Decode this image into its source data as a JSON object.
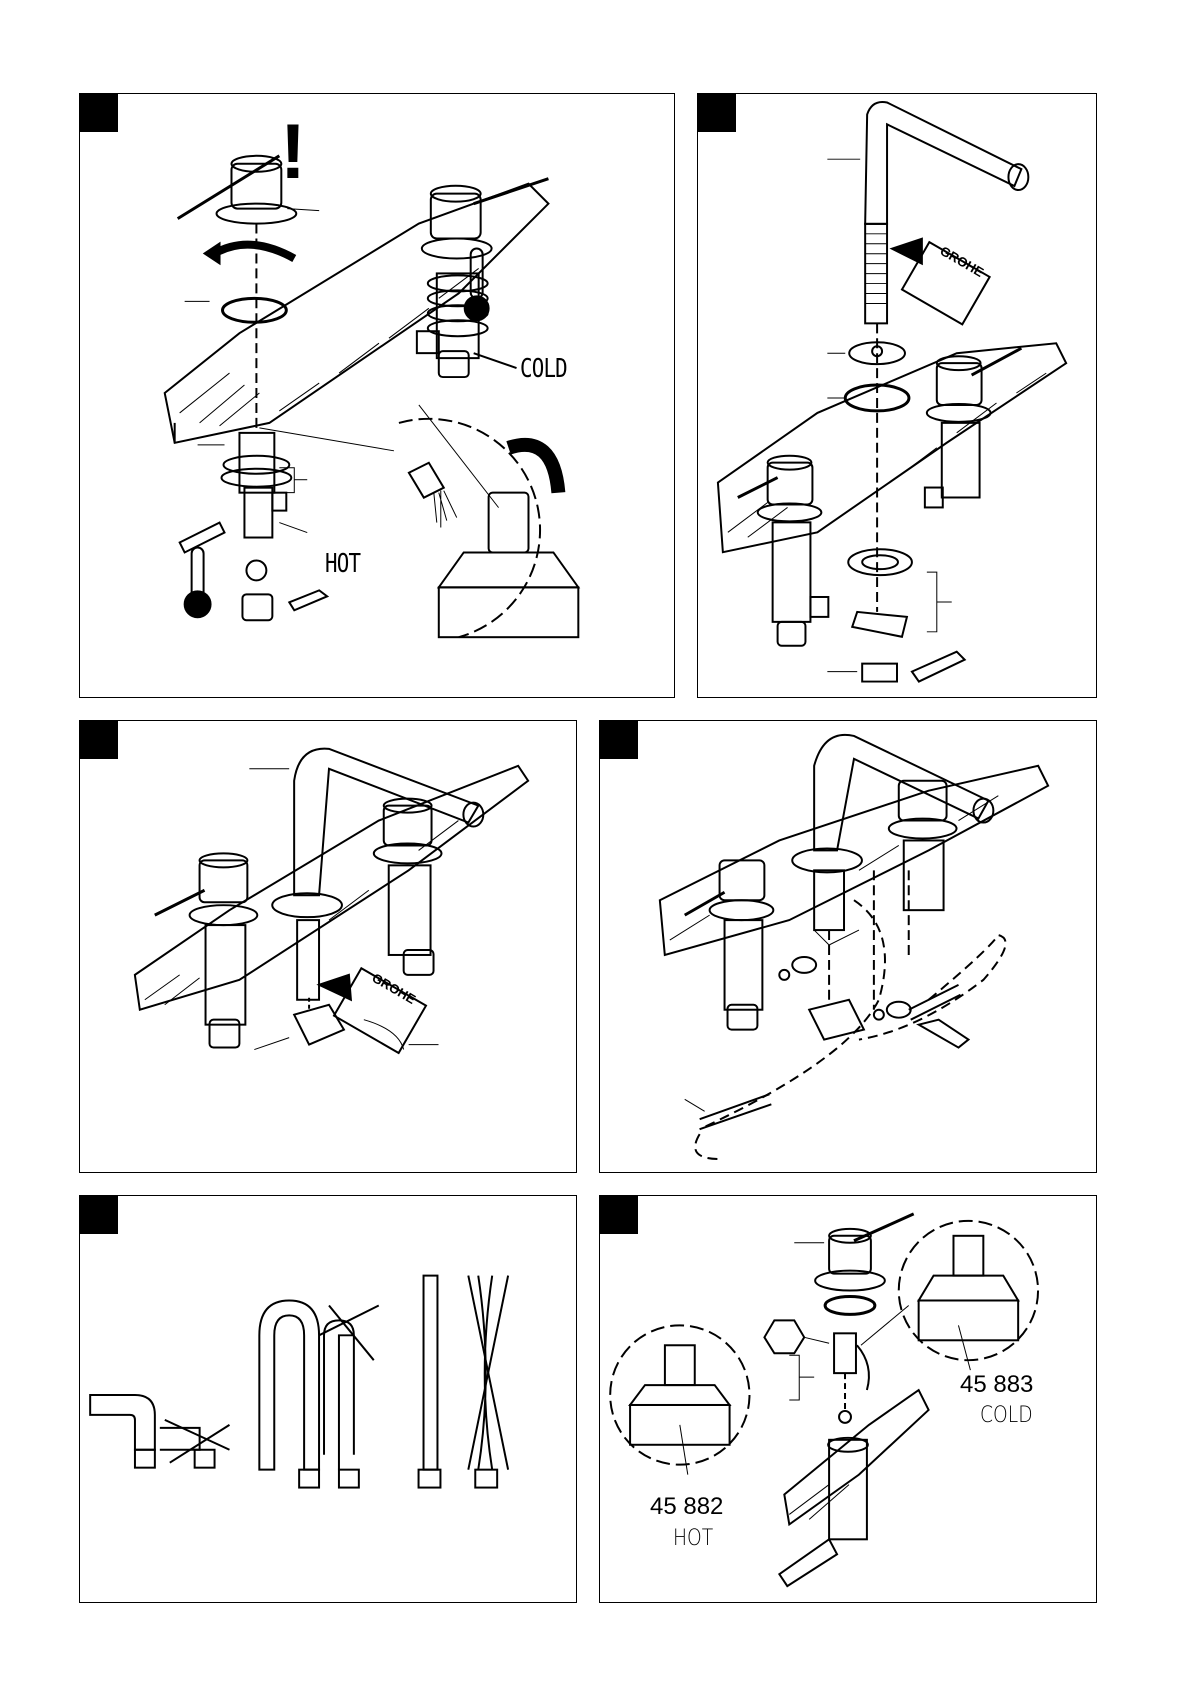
{
  "panel1": {
    "cold_label": "COLD",
    "hot_label": "HOT",
    "warning": "!"
  },
  "panel2": {
    "brand": "GROHE"
  },
  "panel3": {
    "brand": "GROHE"
  },
  "panel6": {
    "cold_code": "45 883",
    "cold_label": "COLD",
    "hot_code": "45 882",
    "hot_label": "HOT"
  }
}
